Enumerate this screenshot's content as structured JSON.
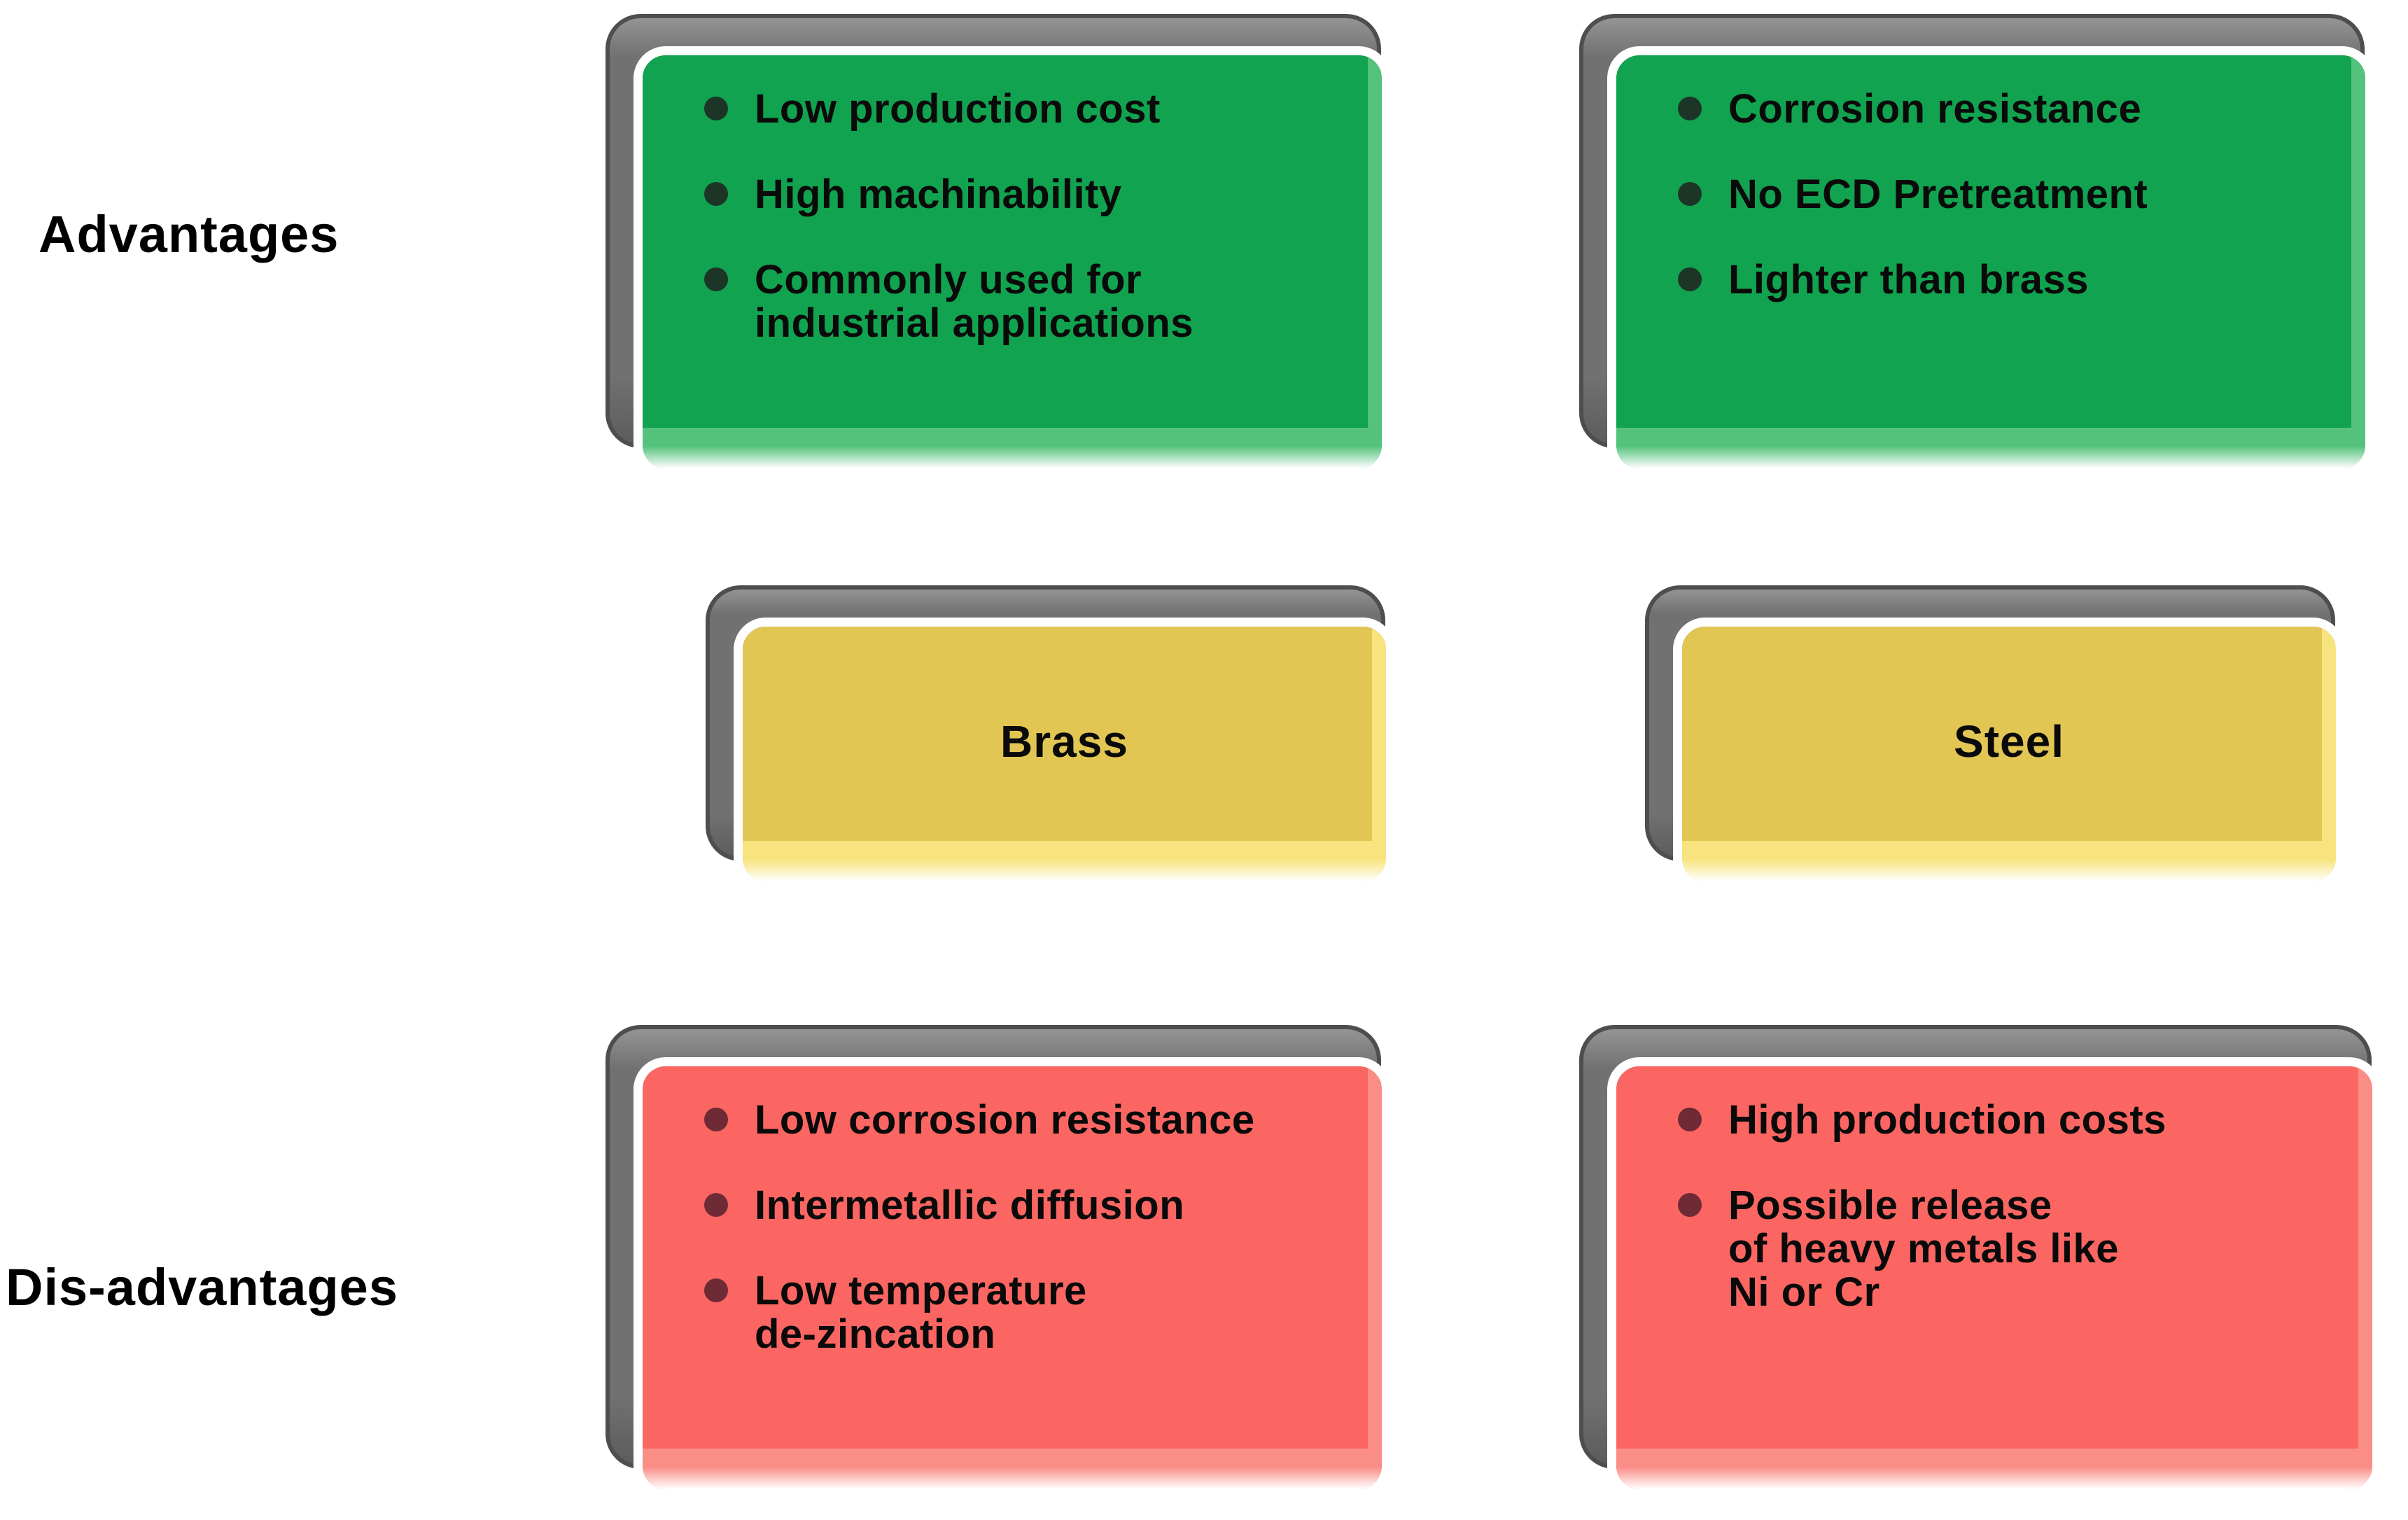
{
  "headings": {
    "advantages": "Advantages",
    "disadvantages": "Dis-advantages"
  },
  "columns": [
    {
      "material": "Brass",
      "advantages": [
        "Low production cost",
        "High machinability",
        "Commonly used for\nindustrial applications"
      ],
      "disadvantages": [
        "Low corrosion resistance",
        "Intermetallic diffusion",
        "Low temperature\nde-zincation"
      ]
    },
    {
      "material": "Steel",
      "advantages": [
        "Corrosion resistance",
        "No ECD Pretreatment",
        "Lighter than brass"
      ],
      "disadvantages": [
        "High production costs",
        "Possible release\nof heavy metals like\nNi or Cr"
      ]
    }
  ],
  "colors": {
    "green_main": "#11A350",
    "green_light": "#55C27C",
    "yellow_main": "#E2C654",
    "yellow_light": "#F8E47E",
    "red_main": "#FB6662",
    "red_light": "#FB8D87",
    "gray_fill": "#717171",
    "gray_border": "#4E4E4E",
    "dot_green": "#1C3527",
    "dot_red": "#6E2A35",
    "text": "#0A0A0A"
  }
}
